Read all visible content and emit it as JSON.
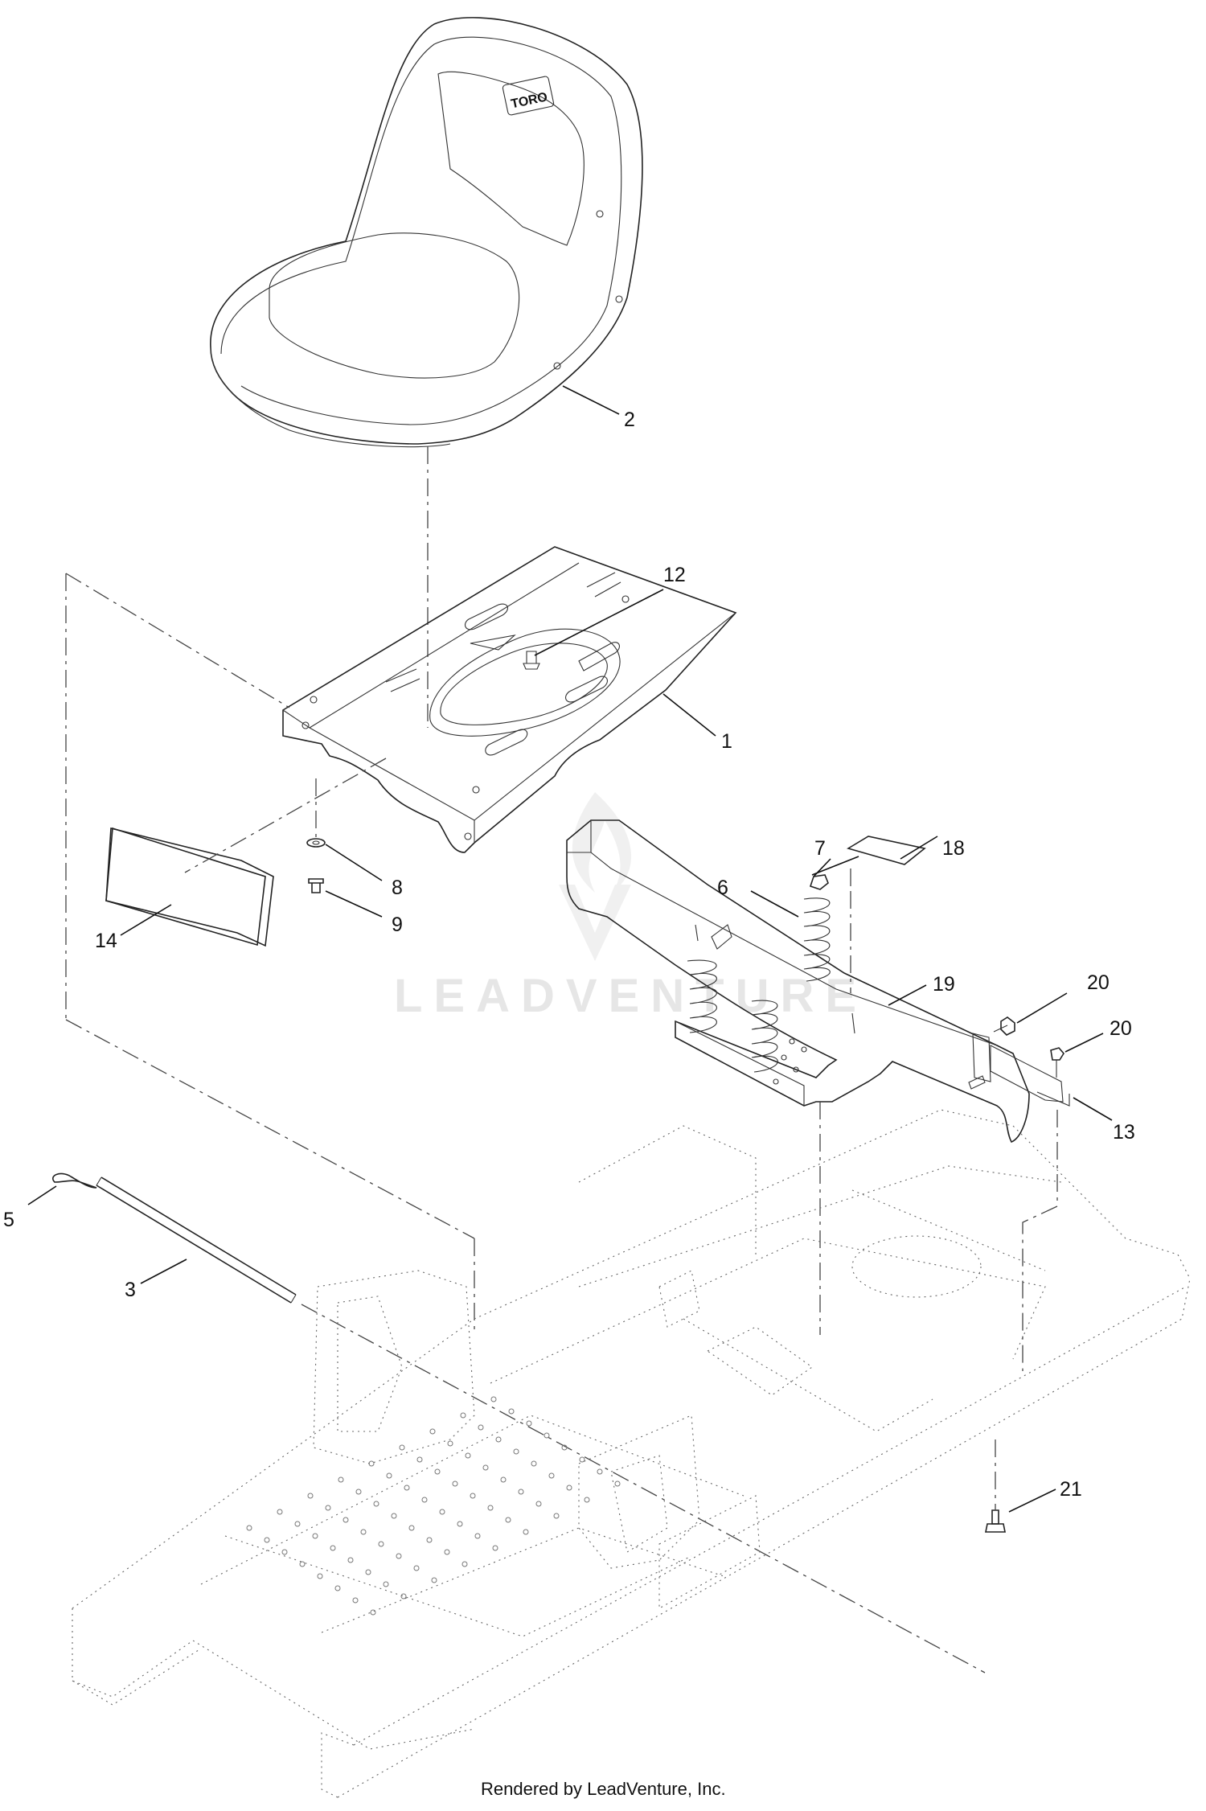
{
  "callouts": [
    "1",
    "2",
    "3",
    "5",
    "6",
    "7",
    "8",
    "9",
    "12",
    "13",
    "14",
    "18",
    "19",
    "20",
    "20",
    "21"
  ],
  "seat_logo": "TORO",
  "watermark": "LEADVENTURE",
  "footer": "Rendered by LeadVenture, Inc."
}
